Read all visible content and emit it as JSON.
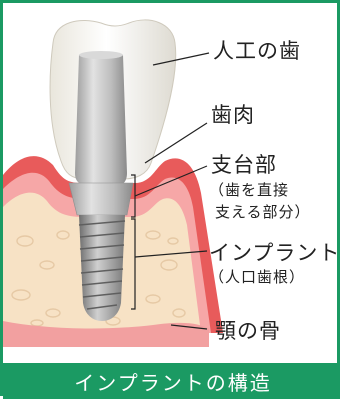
{
  "labels": {
    "artificial_tooth": "人工の歯",
    "gum": "歯肉",
    "abutment": "支台部",
    "abutment_note_line1": "（歯を直接",
    "abutment_note_line2": "支える部分）",
    "implant": "インプラント",
    "implant_note": "（人口歯根）",
    "jawbone": "顎の骨"
  },
  "caption": "インプラントの構造",
  "colors": {
    "frame": "#1b9a63",
    "gum": "#e85b5b",
    "gum_light": "#f6a7a7",
    "bone": "#f7e2c5",
    "crown": "#fbfbf7",
    "implant": "#9a9a9a"
  }
}
